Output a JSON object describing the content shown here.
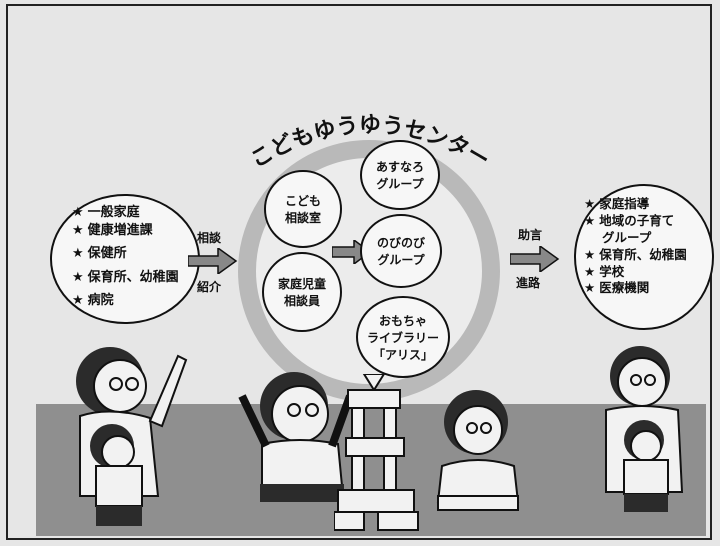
{
  "title": "こどもゆうゆうセンター",
  "left_list": [
    "一般家庭",
    "健康増進課",
    "保健所",
    "保育所、幼稚園",
    "病院"
  ],
  "right_list": [
    "家庭指導",
    "地域の子育て",
    "グループ",
    "保育所、幼稚園",
    "学校",
    "医療機関"
  ],
  "left_arrow": {
    "top": "相談",
    "bottom": "紹介"
  },
  "right_arrow": {
    "top": "助言",
    "bottom": "進路"
  },
  "center": {
    "kodomo_soudanshitsu": "こども\n相談室",
    "katei_jidou": "家庭児童\n相談員",
    "asunaro": "あすなろ\nグループ",
    "nobinobi": "のびのび\nグループ",
    "omocha": "おもちゃ\nライブラリー\n「アリス」"
  },
  "colors": {
    "background": "#e6e6e6",
    "floor": "#8f8f8f",
    "ring": "#b9b9b9",
    "ink": "#111111"
  }
}
